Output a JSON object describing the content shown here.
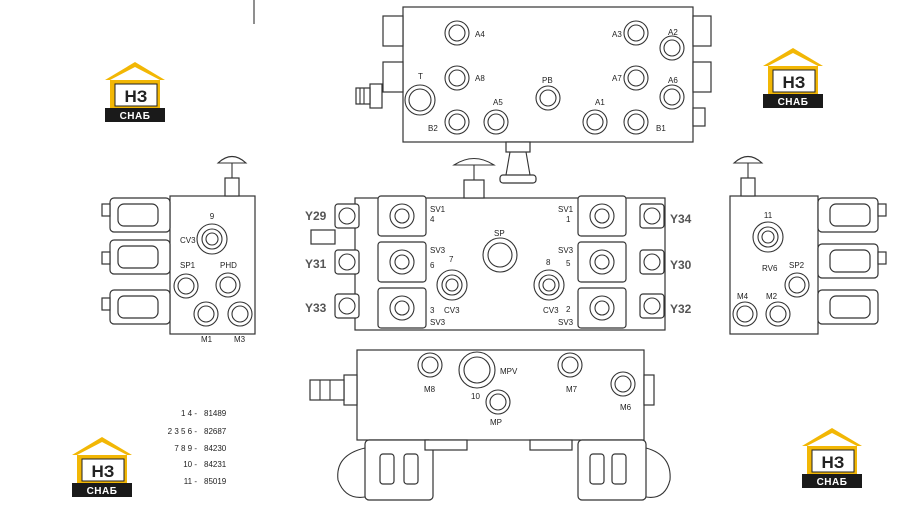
{
  "logo": {
    "letters": "НЗ",
    "text": "СНАБ",
    "colors": {
      "roof": "#f2b705",
      "band": "#1a1a1a"
    }
  },
  "top_block": {
    "ports": [
      "A4",
      "A3",
      "A2",
      "A8",
      "A7",
      "A6",
      "T",
      "PB",
      "B2",
      "A5",
      "A1",
      "B1"
    ]
  },
  "left_block": {
    "ports": [
      "9",
      "CV3",
      "SP1",
      "PHD",
      "M1",
      "M3"
    ]
  },
  "center_block": {
    "labels": [
      "Y29",
      "Y31",
      "Y33",
      "Y34",
      "Y30",
      "Y32"
    ],
    "valves": [
      "SV1",
      "4",
      "SV3",
      "6",
      "7",
      "SP",
      "3",
      "CV3",
      "SV3",
      "SV1",
      "1",
      "SV3",
      "8",
      "5",
      "2",
      "CV3",
      "SV3"
    ]
  },
  "right_block": {
    "ports": [
      "11",
      "RV6",
      "SP2",
      "M4",
      "M2"
    ]
  },
  "bottom_block": {
    "ports": [
      "M8",
      "MPV",
      "M7",
      "10",
      "MP",
      "M6"
    ]
  },
  "part_list": [
    {
      "ids": "1  4 -",
      "part": "81489"
    },
    {
      "ids": "2  3  5  6 -",
      "part": "82687"
    },
    {
      "ids": "7  8  9 -",
      "part": "84230"
    },
    {
      "ids": "10 -",
      "part": "84231"
    },
    {
      "ids": "11 -",
      "part": "85019"
    }
  ]
}
